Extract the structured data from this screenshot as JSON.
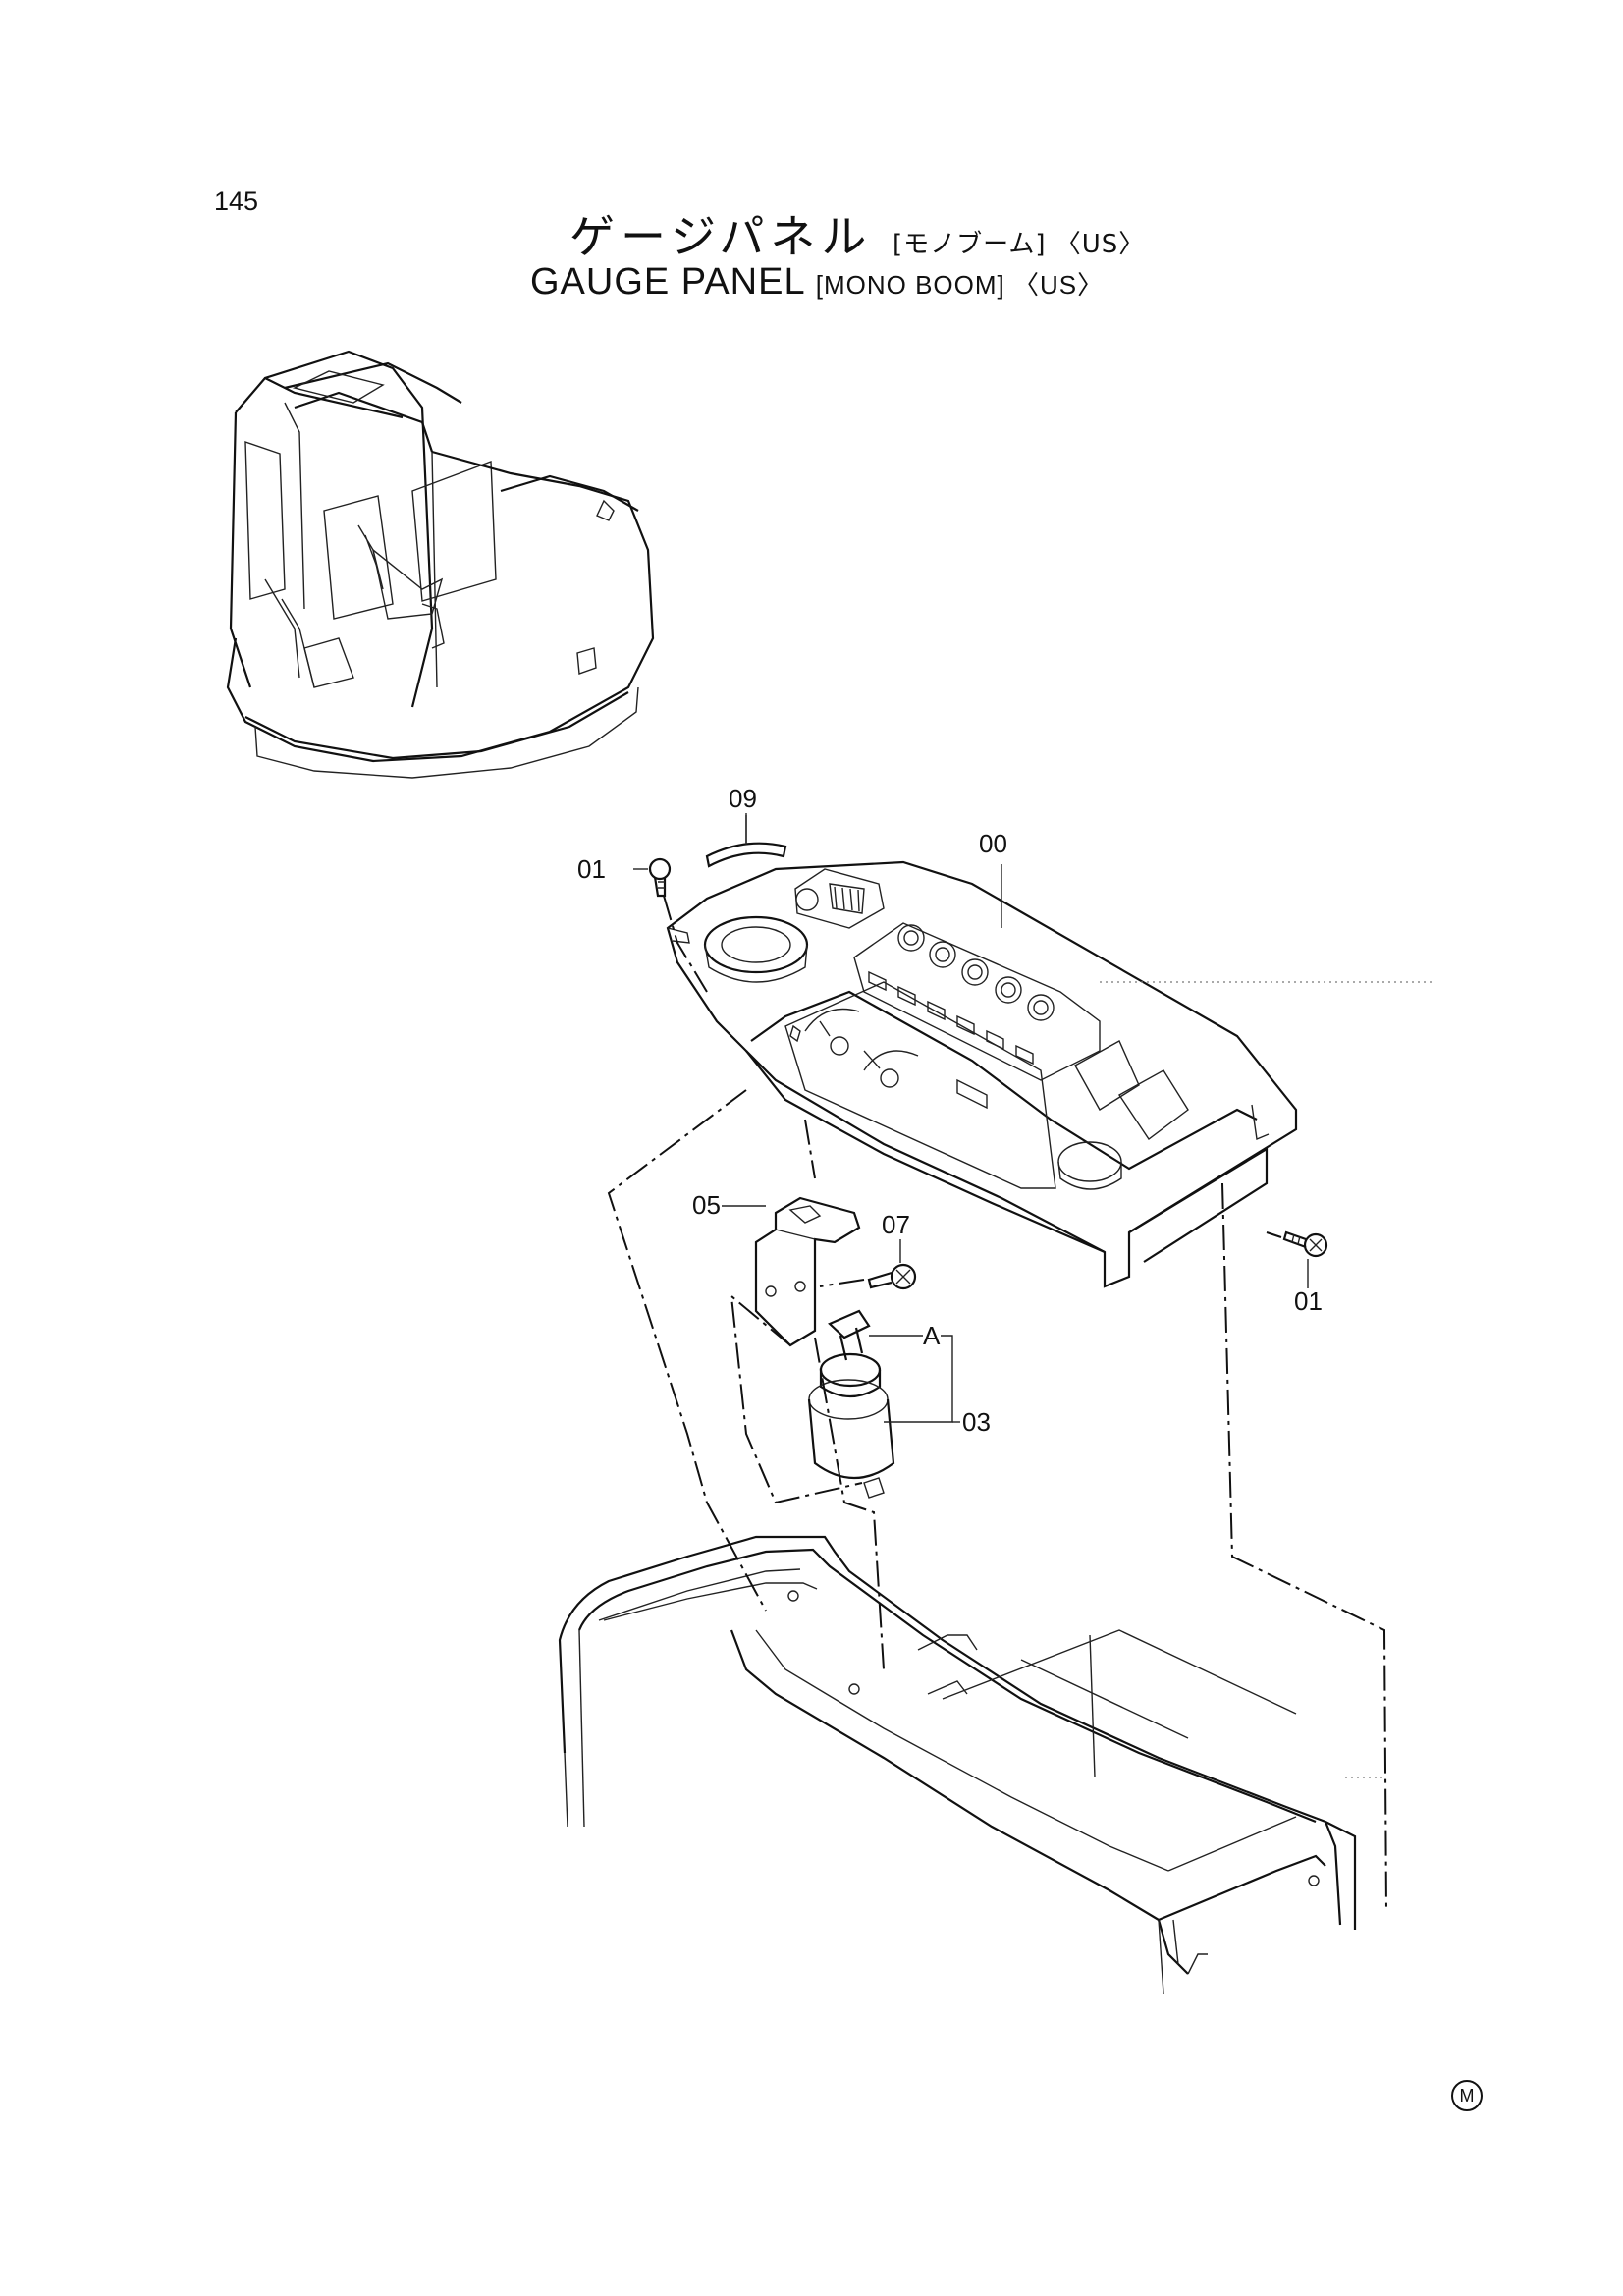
{
  "page": {
    "number": "145"
  },
  "title": {
    "jp_main": "ゲージパネル",
    "jp_sub": "[モノブーム] 〈US〉",
    "en_main": "GAUGE PANEL",
    "en_sub": "[MONO BOOM] 〈US〉"
  },
  "callouts": {
    "c09": "09",
    "c00": "00",
    "c01_top": "01",
    "c01_right": "01",
    "c05": "05",
    "c07": "07",
    "cA": "A",
    "c03": "03"
  },
  "footer": {
    "mark": "M"
  }
}
